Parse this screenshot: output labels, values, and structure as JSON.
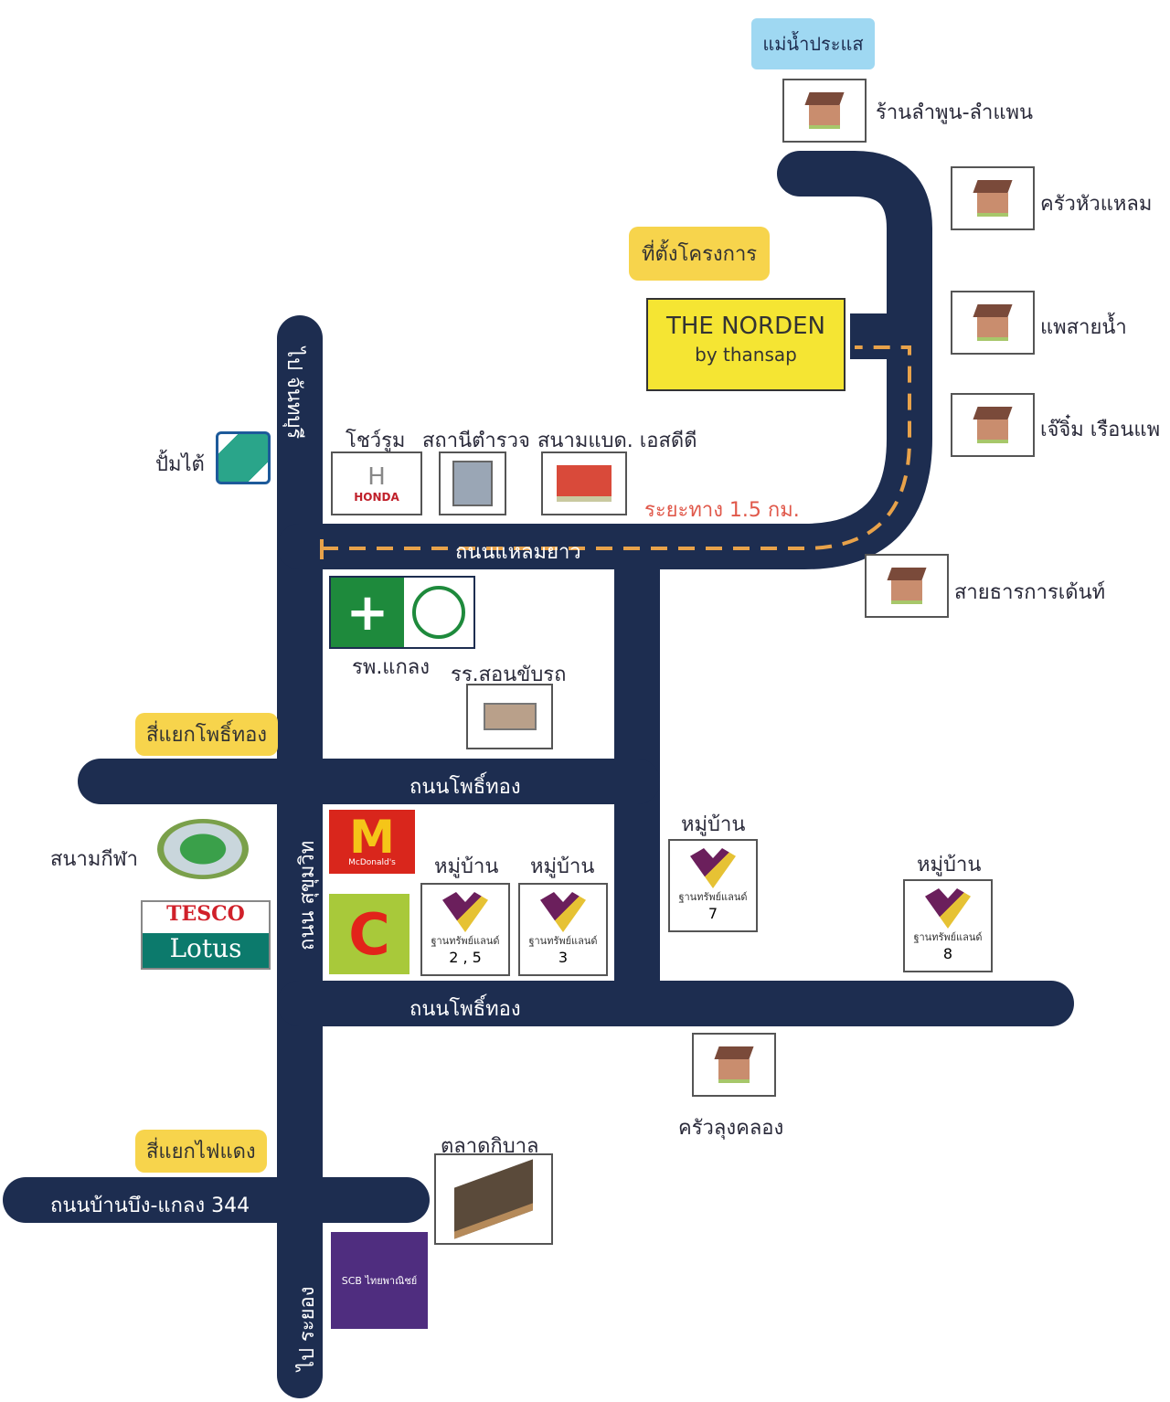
{
  "river": "แม่น้ำประแส",
  "project": {
    "callout": "ที่ตั้งโครงการ",
    "name": "THE NORDEN",
    "sub": "by thansap"
  },
  "places": {
    "lamphun": "ร้านลำพูน-ลำแพน",
    "khrua_hua_laem": "ครัวหัวแหลม",
    "phae_sai_nam": "แพสายน้ำ",
    "je_jim": "เจ๊จิ๋ม เรือนแพ",
    "sai_than": "สายธารการเด้นท์",
    "gas": "ปั้มไต้",
    "showroom": "โชว์รูม",
    "honda": "HONDA",
    "police": "สถานีตำรวจ",
    "badminton": "สนามแบด. เอสดีดี",
    "hospital": "รพ.แกลง",
    "driving": "รร.สอนขับรถ",
    "stadium": "สนามกีฬา",
    "tesco": "TESCO",
    "lotus": "Lotus",
    "mcd": "McDonald's",
    "bigc": "C",
    "khrua_lung": "ครัวลุงคลอง",
    "market": "ตลาดกิบาล",
    "scb": "SCB ไทยพาณิชย์"
  },
  "villages": [
    {
      "title": "หมู่บ้าน",
      "brand": "ฐานทรัพย์แลนด์",
      "num": "2 , 5"
    },
    {
      "title": "หมู่บ้าน",
      "brand": "ฐานทรัพย์แลนด์",
      "num": "3"
    },
    {
      "title": "หมู่บ้าน",
      "brand": "ฐานทรัพย์แลนด์",
      "num": "7"
    },
    {
      "title": "หมู่บ้าน",
      "brand": "ฐานทรัพย์แลนด์",
      "num": "8"
    }
  ],
  "roads": {
    "to_chanthaburi": "ไป จันทบุรี",
    "to_rayong": "ไป ระยอง",
    "sukhumvit": "ถนน สุขุมวิท",
    "laem_yao": "ถนนแหลมยาว",
    "pho_thong_1": "ถนนโพธิ์ทอง",
    "pho_thong_2": "ถนนโพธิ์ทอง",
    "ban_bueng": "ถนนบ้านบึง-แกลง 344",
    "distance": "ระยะทาง 1.5 กม."
  },
  "junctions": {
    "pho_thong": "สี่แยกโพธิ์ทอง",
    "traffic_light": "สี่แยกไฟแดง"
  },
  "colors": {
    "road": "#1d2d50",
    "route": "#e8a24a",
    "callout": "#f7d44c",
    "project": "#f5e533"
  }
}
